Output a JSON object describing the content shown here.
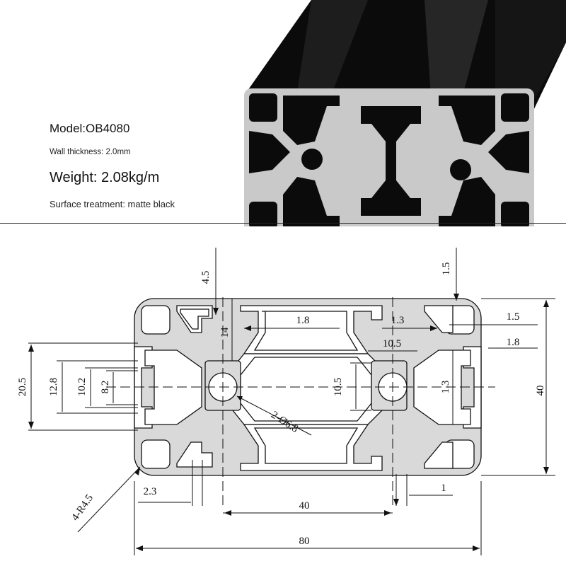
{
  "info": {
    "model": "Model:OB4080",
    "wall_thickness": "Wall thickness: 2.0mm",
    "weight": "Weight: 2.08kg/m",
    "surface": "Surface treatment: matte black"
  },
  "colors": {
    "profile_black": "#0b0b0b",
    "profile_cut_face": "#c9c9c9",
    "drawing_fill": "#d9d9d9",
    "line": "#111111"
  },
  "dimensions": {
    "d_4_5": "4.5",
    "d_14": "14",
    "d_1_8_top": "1.8",
    "d_1_3_top": "1.3",
    "d_1_5_right_top": "1.5",
    "d_1_5_right": "1.5",
    "d_1_8_right": "1.8",
    "d_10_5_h": "10.5",
    "d_10_5_v": "10.5",
    "d_1_3_v": "1.3",
    "d_40_height": "40",
    "d_20_5": "20.5",
    "d_12_8": "12.8",
    "d_10_2": "10.2",
    "d_8_2": "8.2",
    "d_hole": "2-Ø6.8",
    "d_radius": "4-R4.5",
    "d_2_3": "2.3",
    "d_40_pitch": "40",
    "d_1_bottom": "1",
    "d_80": "80"
  }
}
